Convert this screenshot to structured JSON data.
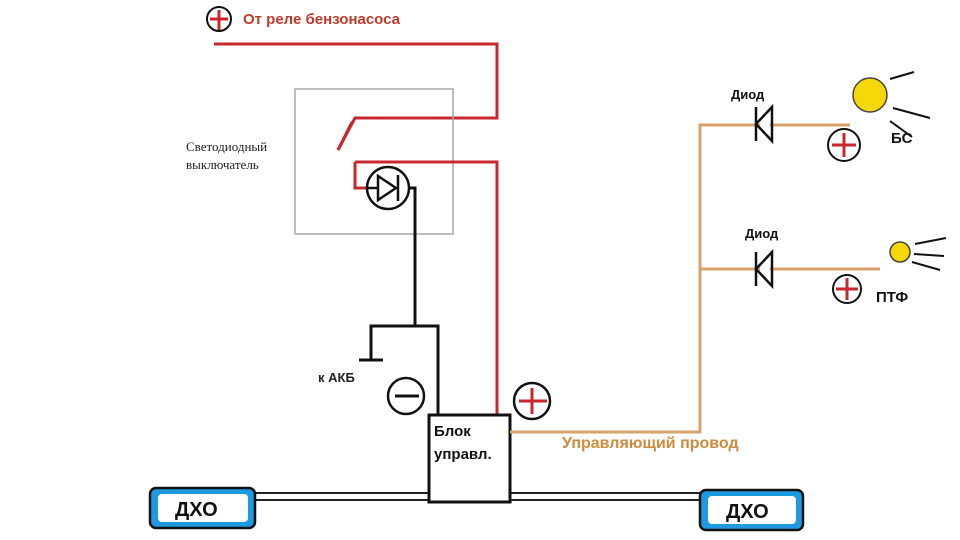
{
  "labels": {
    "pump_relay": "От реле бензонасоса",
    "led_switch_line1": "Светодиодный",
    "led_switch_line2": "выключатель",
    "diode_top": "Диод",
    "diode_bottom": "Диод",
    "bs": "БС",
    "ptf": "ПТФ",
    "akb": "к АКБ",
    "control_wire": "Управляющий провод",
    "unit_line1": "Блок",
    "unit_line2": "управл.",
    "drl_left": "ДХО",
    "drl_right": "ДХО"
  },
  "colors": {
    "red_wire": "#c8282d",
    "black_wire": "#111111",
    "orange_wire": "#d9a26b",
    "grey_box": "#a8a8a8",
    "drl_blue": "#1e9ae0",
    "lamp_yellow": "#f5d80a",
    "red_label": "#c0392b",
    "orange_label": "#d08a3c"
  },
  "icons": {
    "plus": "plus-sign-icon",
    "minus": "minus-sign-icon",
    "lamp": "lamp-icon",
    "diode": "diode-icon",
    "ground": "ground-icon",
    "switch": "switch-icon"
  }
}
